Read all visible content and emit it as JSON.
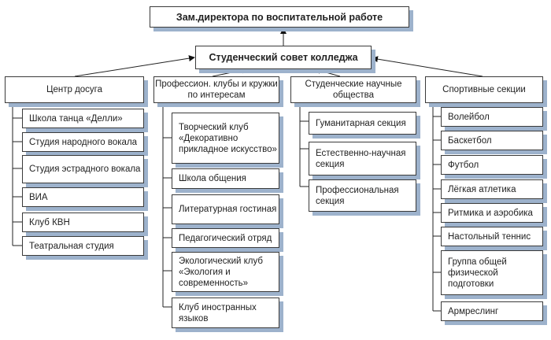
{
  "top": {
    "deputy_director": "Зам.директора по воспитательной работе",
    "student_council": "Студенческий совет колледжа"
  },
  "columns": [
    {
      "title": "Центр досуга",
      "items": [
        "Школа танца «Делли»",
        "Студия народного вокала",
        "Студия эстрадного вокала",
        "ВИА",
        "Клуб КВН",
        "Театральная студия"
      ]
    },
    {
      "title": "Профессион. клубы и кружки по интересам",
      "items": [
        "Творческий клуб «Декоративно прикладное искусство»",
        "Школа общения",
        "Литературная гостиная",
        "Педагогический отряд",
        "Экологический клуб «Экология и современность»",
        "Клуб иностранных языков"
      ]
    },
    {
      "title": "Студенческие научные общества",
      "items": [
        "Гуманитарная секция",
        "Естественно-научная секция",
        "Профессиональная секция"
      ]
    },
    {
      "title": "Спортивные секции",
      "items": [
        "Волейбол",
        "Баскетбол",
        "Футбол",
        "Лёгкая атлетика",
        "Ритмика и аэробика",
        "Настольный теннис",
        "Группа общей физической подготовки",
        "Армреслинг"
      ]
    }
  ],
  "colors": {
    "border": "#3a3a3a",
    "shadow": "#9db2cc",
    "line": "#222222"
  }
}
